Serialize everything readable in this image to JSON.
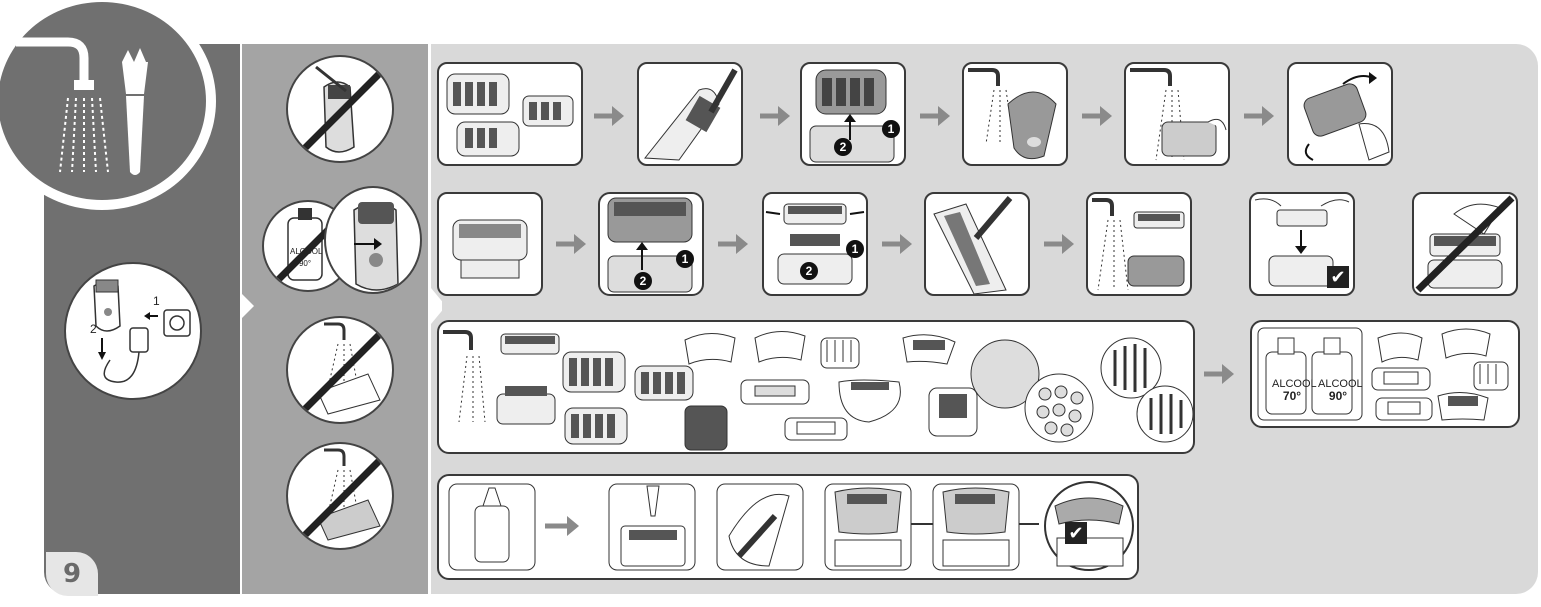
{
  "page": {
    "number": "9"
  },
  "icons": {
    "header": [
      "tap-water-icon",
      "cleaning-brush-icon"
    ],
    "power": {
      "step1": "1",
      "step2": "2"
    }
  },
  "steps": {
    "row1_badges": [
      "1",
      "2"
    ],
    "row2_badges": [
      "1",
      "2"
    ]
  },
  "alcohol": {
    "side_label_top": "ALCOOL",
    "side_label_bottom": "90°",
    "bottle1_top": "ALCOOL",
    "bottle1_bottom": "70°",
    "bottle2_top": "ALCOOL",
    "bottle2_bottom": "90°"
  },
  "colors": {
    "dark": "#707070",
    "mid": "#a4a4a4",
    "light": "#d9d9d9",
    "arrow": "#8a8a8a"
  }
}
